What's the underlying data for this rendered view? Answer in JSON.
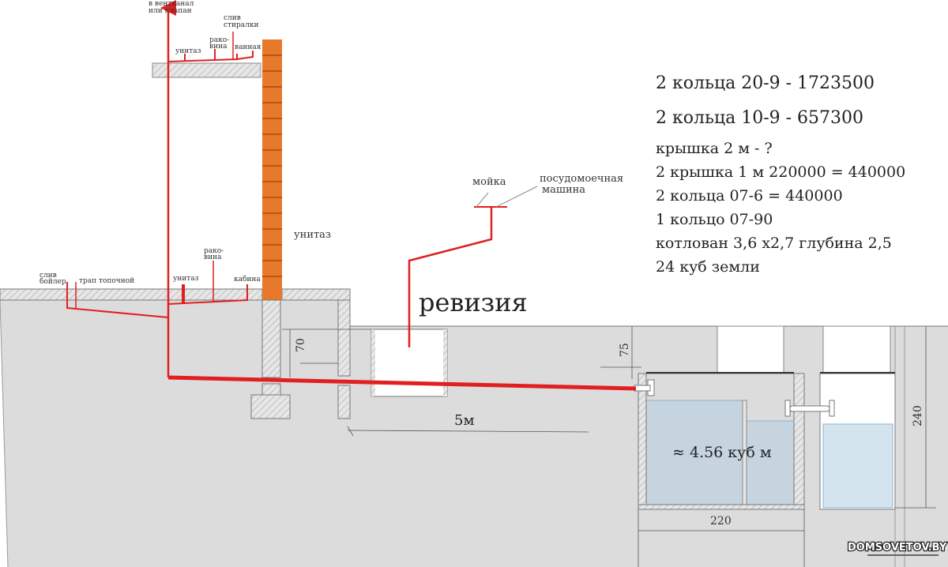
{
  "upper_labels": {
    "vent": [
      "в вентканал",
      "или клапан"
    ],
    "washer": [
      "слив",
      "стиралки"
    ],
    "sink": [
      "рако-",
      "вина"
    ],
    "toilet": "унитаз",
    "bath": "ванная"
  },
  "lower_labels": {
    "boiler": [
      "слив",
      "бойлер"
    ],
    "drain": "трап топочной",
    "toilet": "унитаз",
    "sink": [
      "рако-",
      "вина"
    ],
    "shower": "кабина"
  },
  "toilet_label": "унитаз",
  "kitchen": {
    "sink": "мойка",
    "dishwasher": [
      "посудомоечная",
      "машина"
    ]
  },
  "revision_label": "ревизия",
  "dimensions": {
    "d70": "70",
    "d75": "75",
    "d5m": "5м",
    "d220": "220",
    "d240": "240"
  },
  "volume_label": "≈ 4.56 куб м",
  "notes": [
    "2 кольца 20-9  - 1723500",
    "2 кольца 10-9  - 657300",
    "крышка 2 м  - ?",
    "2 крышка 1 м 220000 = 440000",
    "2 кольца 07-6 = 440000",
    "1 кольцо 07-90",
    "котлован 3,6 х2,7 глубина 2,5",
    "24 куб земли"
  ],
  "watermark": "DOMSOVETOV.BY",
  "colors": {
    "pipe": "#e02020",
    "brick": "#e8782a",
    "ground": "#dcdcdc",
    "water": "#c6d9e6"
  }
}
